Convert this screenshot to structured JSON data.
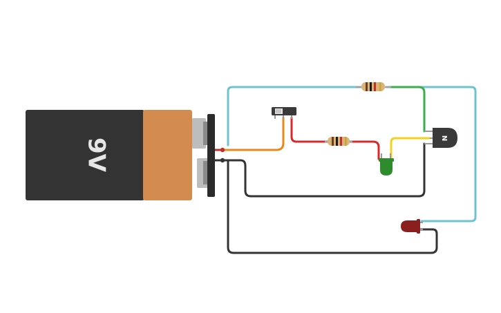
{
  "battery": {
    "label": "9V",
    "body_color": "#333333",
    "cap_color": "#d38b4f"
  },
  "transistor": {
    "label": "N",
    "color": "#3a3a3a"
  },
  "wire_colors": {
    "cyan": "#6fc3ce",
    "orange": "#e8891a",
    "red": "#d8282a",
    "yellow": "#f1d21e",
    "green": "#3aae4a",
    "black": "#333333"
  },
  "leds": [
    {
      "name": "green-led",
      "color": "#2e8b2e"
    },
    {
      "name": "red-led",
      "color": "#8b1e1e"
    }
  ]
}
